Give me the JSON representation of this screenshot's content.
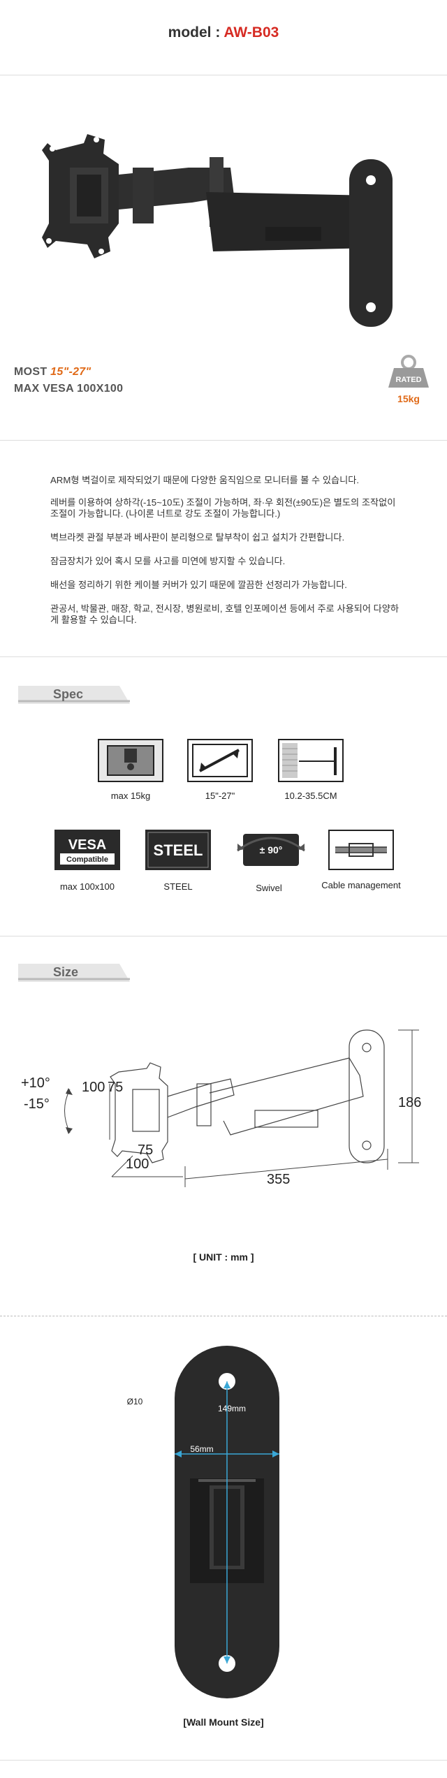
{
  "header": {
    "prefix": "model : ",
    "model": "AW-B03"
  },
  "specs": {
    "line1_prefix": "MOST ",
    "line1_value": "15\"-27\"",
    "line2": "MAX VESA 100X100",
    "badge_rated": "RATED",
    "badge_weight": "15kg"
  },
  "description": [
    "ARM형 벽걸이로 제작되었기 때문에 다양한 움직임으로 모니터를 볼 수 있습니다.",
    "레버를 이용하여 상하각(-15~10도) 조절이 가능하며, 좌·우 회전(±90도)은 별도의 조작없이 조절이 가능합니다. (나이론 너트로 강도 조절이 가능합니다.)",
    "벽브라켓 관절 부분과 베사판이 분리형으로 탈부착이 쉽고 설치가 간편합니다.",
    "잠금장치가 있어 혹시 모를 사고를 미연에 방지할 수 있습니다.",
    "배선을 정리하기 위한 케이블 커버가 있기 때문에 깔끔한 선정리가 가능합니다.",
    "관공서, 박물관, 매장, 학교, 전시장, 병원로비, 호텔 인포메이션 등에서 주로 사용되어 다양하게 활용할 수 있습니다."
  ],
  "spec_section": {
    "tab": "Spec",
    "icons": [
      {
        "name": "weight-icon",
        "caption": "max 15kg"
      },
      {
        "name": "screen-size-icon",
        "caption": "15\"-27\""
      },
      {
        "name": "wall-distance-icon",
        "caption": "10.2-35.5CM"
      },
      {
        "name": "vesa-icon",
        "caption": "max 100x100",
        "text1": "VESA",
        "text2": "Compatible"
      },
      {
        "name": "steel-icon",
        "caption": "STEEL",
        "text1": "STEEL"
      },
      {
        "name": "swivel-icon",
        "caption": "Swivel",
        "text1": "± 90°"
      },
      {
        "name": "cable-management-icon",
        "caption": "Cable management"
      }
    ]
  },
  "size_section": {
    "tab": "Size",
    "tilt_up": "+10°",
    "tilt_down": "-15°",
    "dim_100v": "100",
    "dim_75v": "75",
    "dim_75h": "75",
    "dim_100h": "100",
    "dim_355": "355",
    "dim_186": "186",
    "unit": "[ UNIT : mm ]"
  },
  "wall_mount": {
    "hole": "Ø10",
    "height": "149mm",
    "width": "56mm",
    "caption": "[Wall Mount Size]"
  }
}
